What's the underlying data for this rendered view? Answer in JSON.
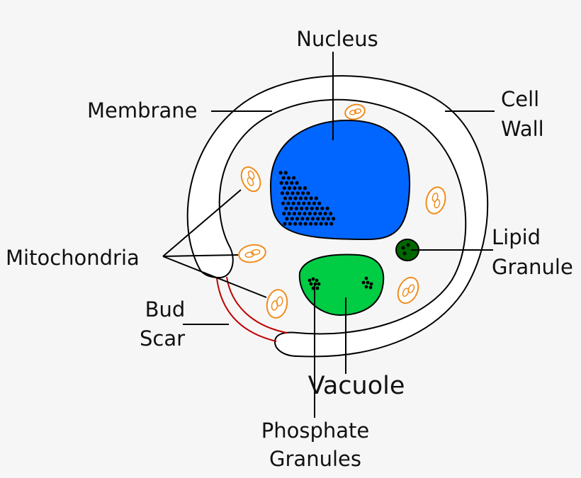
{
  "labels": {
    "nucleus": "Nucleus",
    "membrane": "Membrane",
    "cell_wall_1": "Cell",
    "cell_wall_2": "Wall",
    "mitochondria": "Mitochondria",
    "lipid_1": "Lipid",
    "lipid_2": "Granule",
    "bud_1": "Bud",
    "bud_2": "Scar",
    "vacuole": "Vacuole",
    "phosphate_1": "Phosphate",
    "phosphate_2": "Granules"
  },
  "colors": {
    "background": "#f6f6f6",
    "nucleus": "#0066ff",
    "vacuole": "#00cc44",
    "lipid": "#006600",
    "mitochondria": "#f08c1e",
    "bud_scar": "#c00000",
    "outline": "#000000",
    "wall_fill": "#ffffff"
  }
}
